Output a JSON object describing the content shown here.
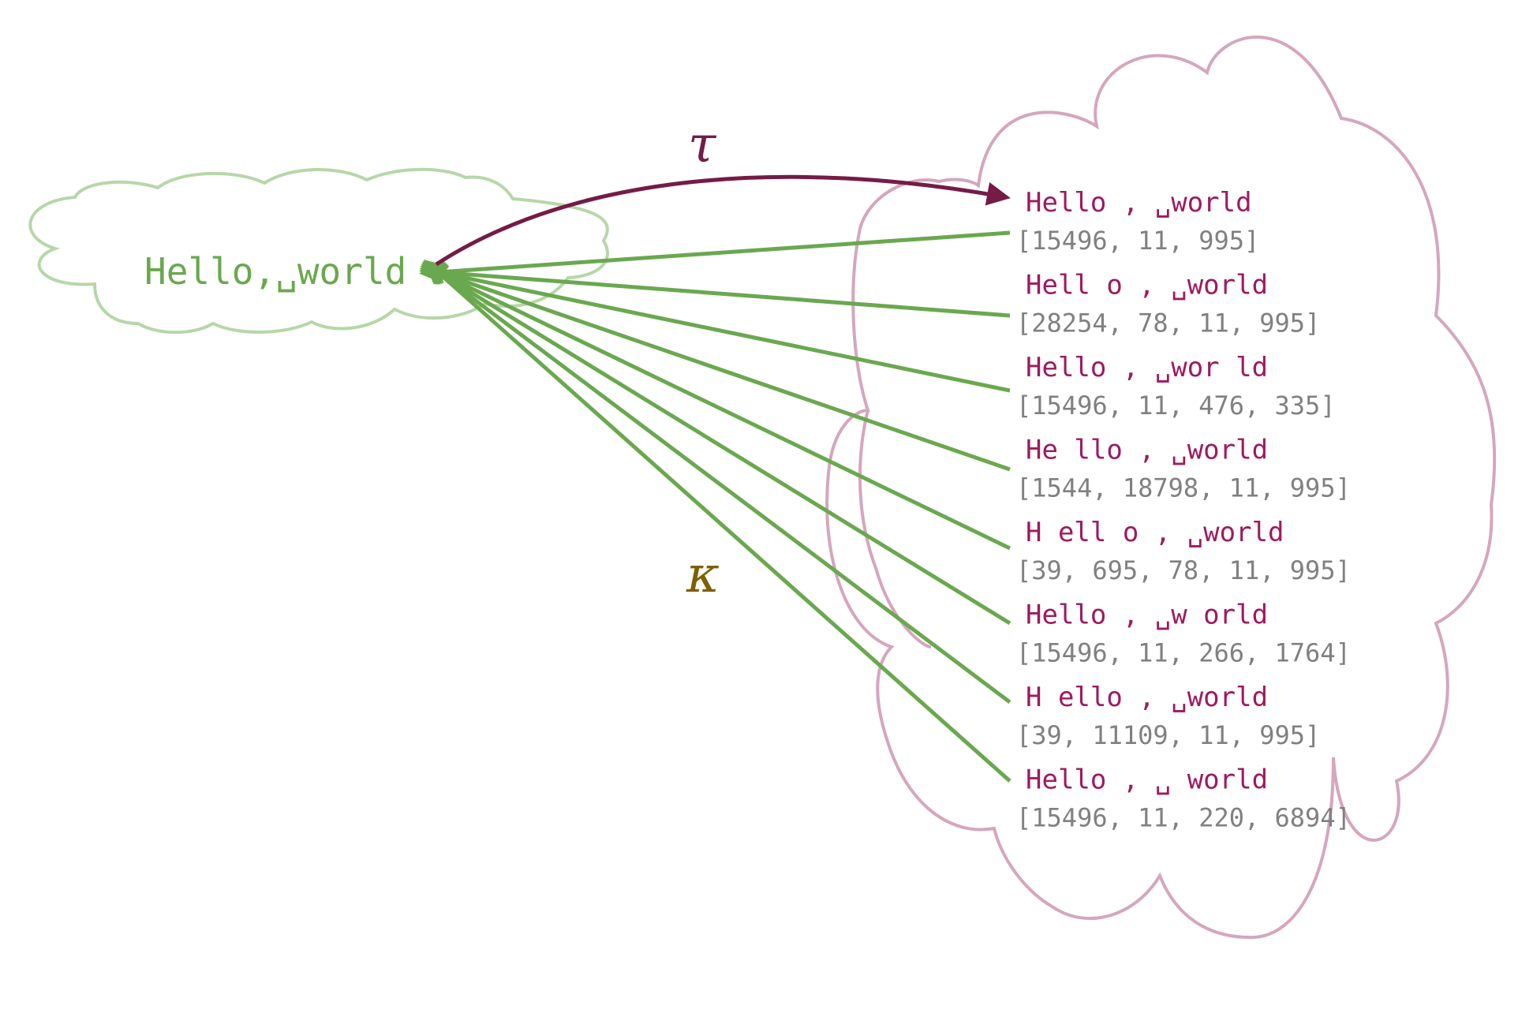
{
  "source": {
    "text": "Hello,␣world"
  },
  "labels": {
    "tau": "τ",
    "kappa": "κ"
  },
  "tokenizations": [
    {
      "tokens": [
        "Hello",
        ",",
        "␣world"
      ],
      "ids": [
        "15496",
        "11",
        "995"
      ]
    },
    {
      "tokens": [
        "Hell",
        "o",
        ",",
        "␣world"
      ],
      "ids": [
        "28254",
        "78",
        "11",
        "995"
      ]
    },
    {
      "tokens": [
        "Hello",
        ",",
        "␣wor",
        "ld"
      ],
      "ids": [
        "15496",
        "11",
        "476",
        "335"
      ]
    },
    {
      "tokens": [
        "He",
        "llo",
        ",",
        "␣world"
      ],
      "ids": [
        "1544",
        "18798",
        "11",
        "995"
      ]
    },
    {
      "tokens": [
        "H",
        "ell",
        "o",
        ",",
        "␣world"
      ],
      "ids": [
        "39",
        "695",
        "78",
        "11",
        "995"
      ]
    },
    {
      "tokens": [
        "Hello",
        ",",
        "␣w",
        "orld"
      ],
      "ids": [
        "15496",
        "11",
        "266",
        "1764"
      ]
    },
    {
      "tokens": [
        "H",
        "ello",
        ",",
        "␣world"
      ],
      "ids": [
        "39",
        "11109",
        "11",
        "995"
      ]
    },
    {
      "tokens": [
        "Hello",
        ",",
        "␣",
        "world"
      ],
      "ids": [
        "15496",
        "11",
        "220",
        "6894"
      ]
    }
  ],
  "colors": {
    "green": "#6aa84f",
    "light_green": "#b6d7a8",
    "pink": "#d5a6bd",
    "purple": "#741b47",
    "token_text": "#9e1a5e",
    "id_text": "#808080",
    "kappa": "#7f6000"
  }
}
